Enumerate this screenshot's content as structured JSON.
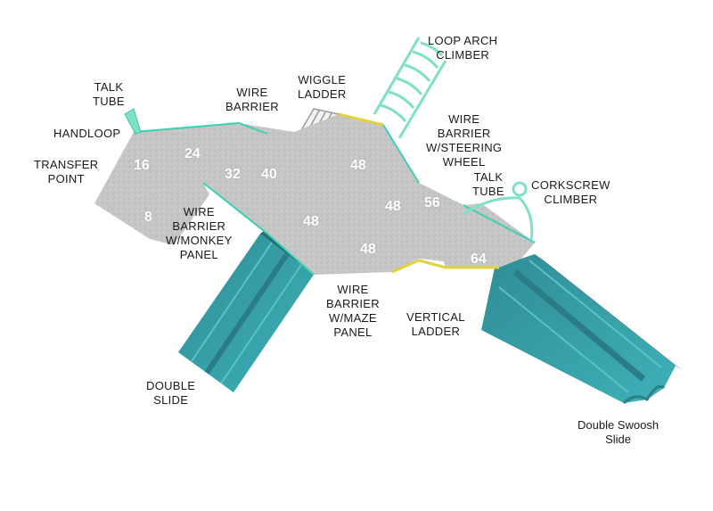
{
  "colors": {
    "deck": "#c9c9c9",
    "deck_edge": "#e8e8e8",
    "trim": "#2fd0b0",
    "slide": "#3aa0a9",
    "slide_dark": "#2b7f87",
    "yellow": "#e4d23a"
  },
  "decks": [
    {
      "key": "d16",
      "label": "16"
    },
    {
      "key": "d24",
      "label": "24"
    },
    {
      "key": "d8",
      "label": "8"
    },
    {
      "key": "d32",
      "label": "32"
    },
    {
      "key": "d40",
      "label": "40"
    },
    {
      "key": "d48a",
      "label": "48"
    },
    {
      "key": "d48b",
      "label": "48"
    },
    {
      "key": "d48c",
      "label": "48"
    },
    {
      "key": "d48d",
      "label": "48"
    },
    {
      "key": "d56",
      "label": "56"
    },
    {
      "key": "d64",
      "label": "64"
    }
  ],
  "labels": {
    "talk_tube_left": [
      "TALK",
      "TUBE"
    ],
    "handloop": [
      "HANDLOOP"
    ],
    "transfer_point": [
      "TRANSFER",
      "POINT"
    ],
    "wire_barrier": [
      "WIRE",
      "BARRIER"
    ],
    "wiggle_ladder": [
      "WIGGLE",
      "LADDER"
    ],
    "loop_arch_climber": [
      "LOOP ARCH",
      "CLIMBER"
    ],
    "wire_barrier_steering": [
      "WIRE",
      "BARRIER",
      "W/STEERING",
      "WHEEL"
    ],
    "talk_tube_right": [
      "TALK",
      "TUBE"
    ],
    "corkscrew_climber": [
      "CORKSCREW",
      "CLIMBER"
    ],
    "wire_barrier_monkey": [
      "WIRE",
      "BARRIER",
      "W/MONKEY",
      "PANEL"
    ],
    "wire_barrier_maze": [
      "WIRE",
      "BARRIER",
      "W/MAZE",
      "PANEL"
    ],
    "vertical_ladder": [
      "VERTICAL",
      "LADDER"
    ],
    "double_slide": [
      "DOUBLE",
      "SLIDE"
    ],
    "double_swoosh_slide": [
      "Double Swoosh",
      "Slide"
    ]
  }
}
